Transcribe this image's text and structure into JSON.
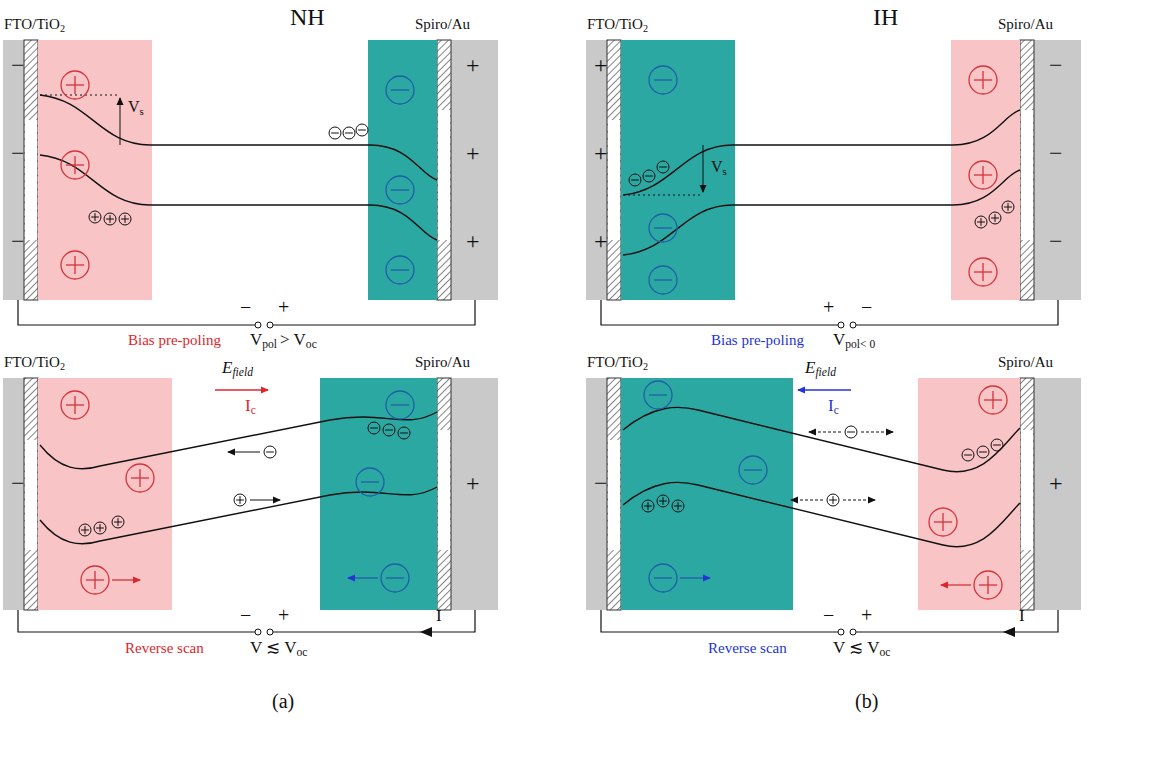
{
  "diagram": {
    "labels": [
      "NH",
      "FTO/TiO",
      "2",
      "Spiro/Au",
      "V",
      "s",
      "−",
      "−",
      "−",
      "+",
      "+",
      "+",
      "−",
      "+",
      "Bias pre-poling",
      "V",
      "pol",
      "> V",
      "oc",
      "FTO/TiO",
      "2",
      "Spiro/Au",
      "E",
      "field",
      "I",
      "c",
      "−",
      "+",
      "−",
      "+",
      "I",
      "Reverse scan",
      "V ≲ V",
      "oc",
      "(a)",
      "IH",
      "FTO/TiO",
      "2",
      "Spiro/Au",
      "V",
      "s",
      "+",
      "+",
      "+",
      "−",
      "−",
      "−",
      "+",
      "−",
      "Bias pre-poling",
      "V",
      "pol",
      "< 0",
      "FTO/TiO",
      "2",
      "Spiro/Au",
      "E",
      "field",
      "I",
      "c",
      "−",
      "+",
      "−",
      "+",
      "I",
      "Reverse scan",
      "V ≲ V",
      "oc",
      "(b)"
    ]
  }
}
